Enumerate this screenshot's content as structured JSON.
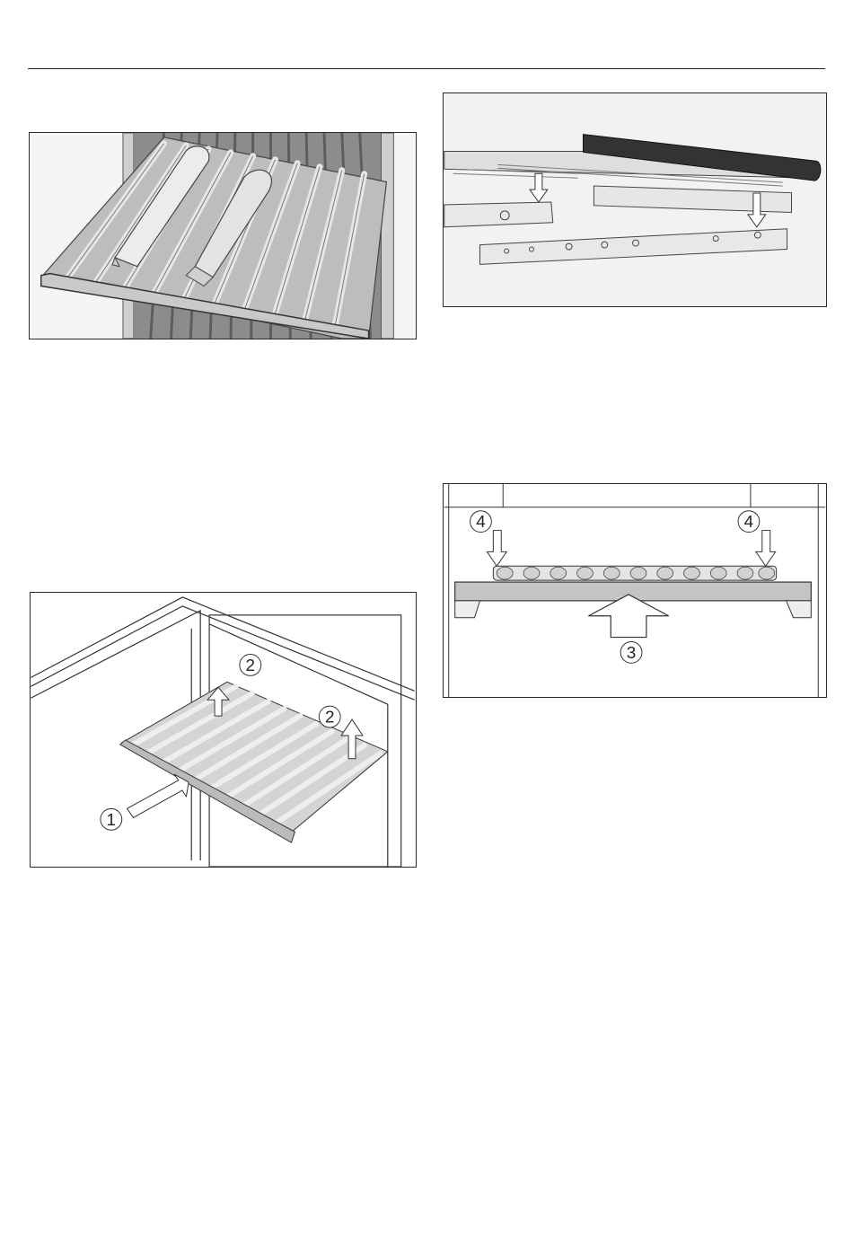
{
  "figures": [
    {
      "id": "wine-shelf-with-bottles",
      "callouts": []
    },
    {
      "id": "shelf-rails-mounting",
      "callouts": []
    },
    {
      "id": "shelf-removal-steps",
      "callouts": [
        "1",
        "2",
        "2"
      ]
    },
    {
      "id": "shelf-insertion-steps",
      "callouts": [
        "4",
        "4",
        "3"
      ]
    }
  ]
}
